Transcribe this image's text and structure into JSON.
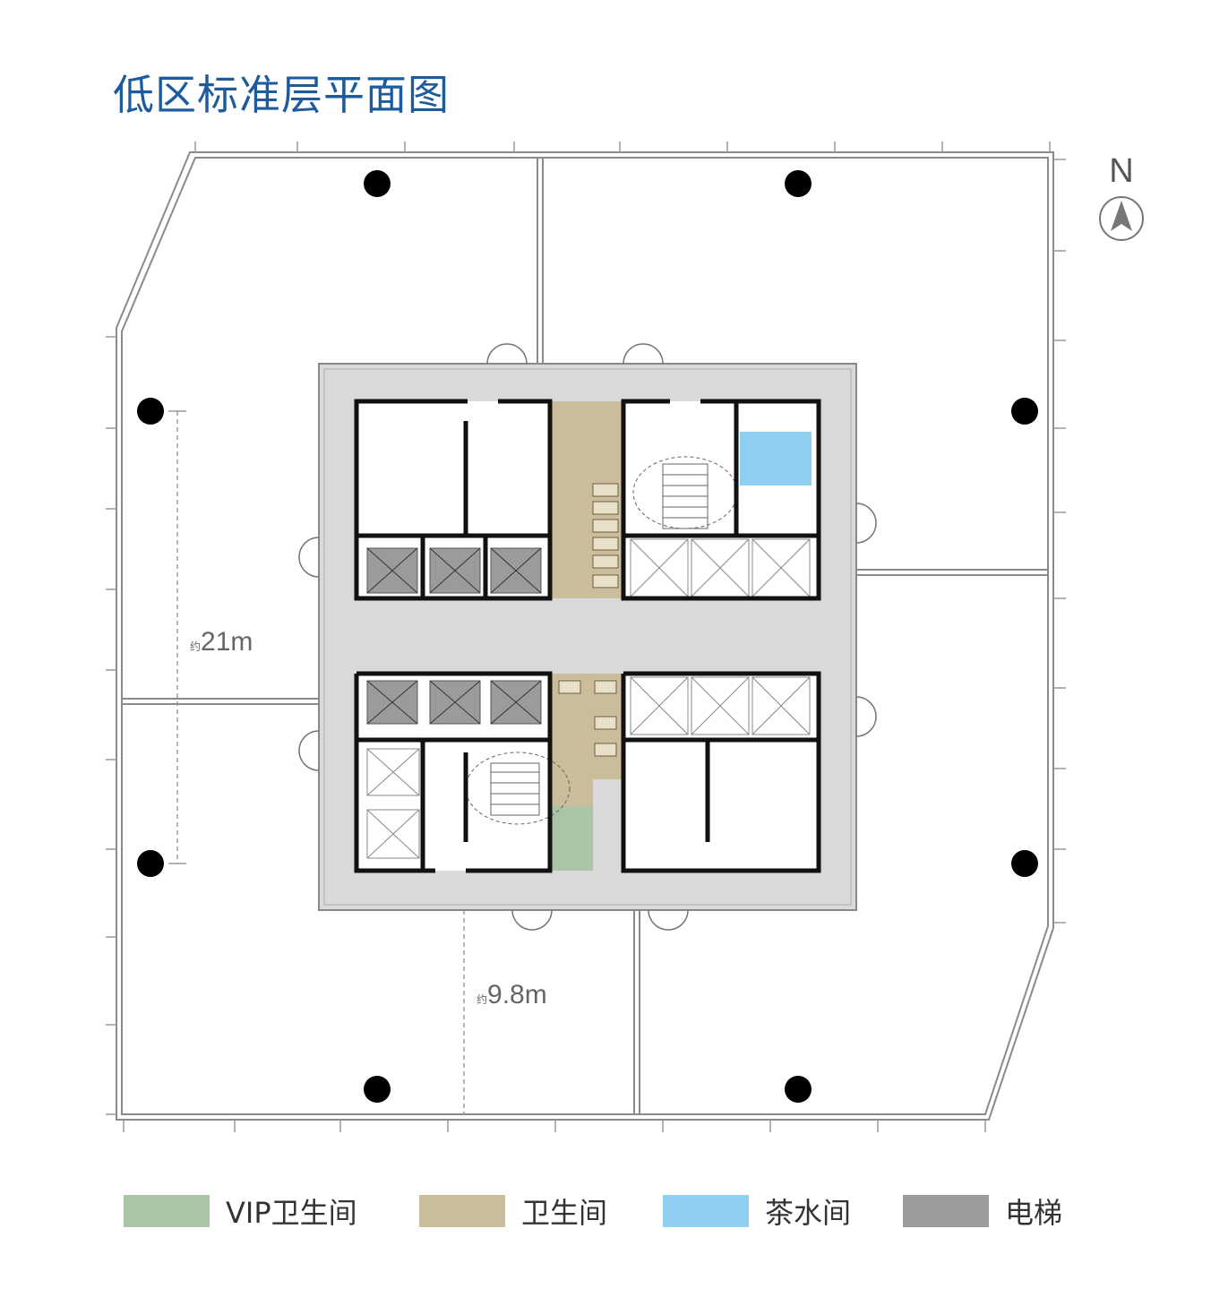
{
  "title": "低区标准层平面图",
  "compass": {
    "letter": "N",
    "icon": "north-arrow-icon"
  },
  "dimensions": [
    {
      "prefix": "约",
      "value": "21m"
    },
    {
      "prefix": "约",
      "value": "9.8m"
    }
  ],
  "legend": [
    {
      "label": "VIP卫生间",
      "color": "#abc4a8"
    },
    {
      "label": "卫生间",
      "color": "#c9bd9c"
    },
    {
      "label": "茶水间",
      "color": "#8ecff2"
    },
    {
      "label": "电梯",
      "color": "#9b9b9b"
    }
  ],
  "colors": {
    "title": "#1d5b9c",
    "core_fill": "#d9d9d9",
    "wall": "#111111",
    "outline": "#888888"
  }
}
